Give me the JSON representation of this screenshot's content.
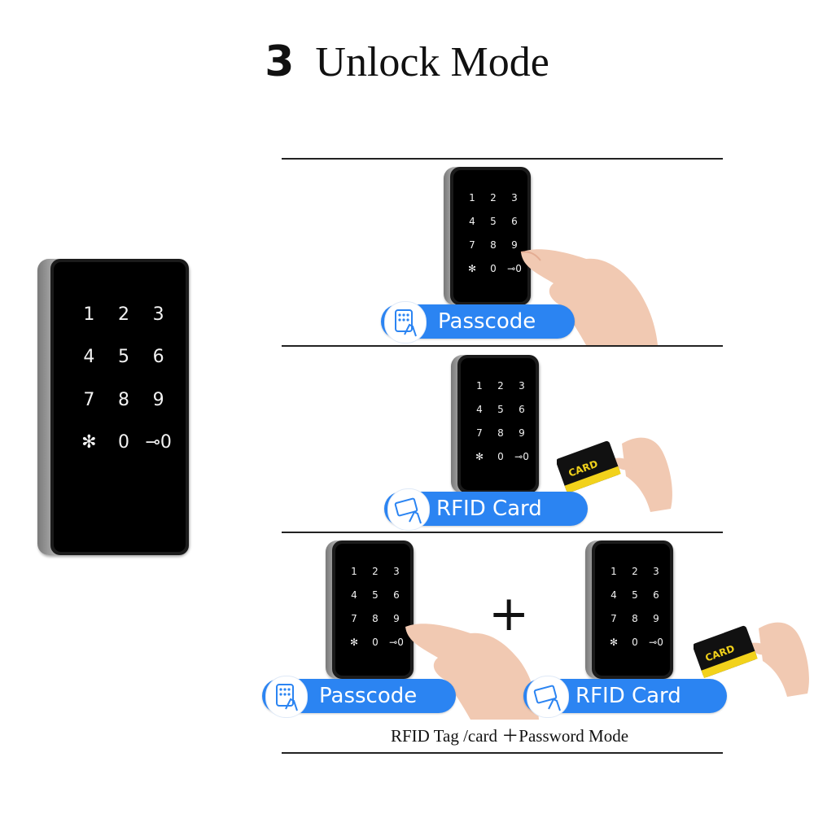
{
  "title": {
    "number": "3",
    "text": "Unlock Mode"
  },
  "keypad_keys": [
    "1",
    "2",
    "3",
    "4",
    "5",
    "6",
    "7",
    "8",
    "9",
    "✻",
    "0",
    "⊸0"
  ],
  "modes": {
    "passcode_label": "Passcode",
    "rfid_label": "RFID Card",
    "combo_passcode_label": "Passcode",
    "combo_rfid_label": "RFID Card",
    "card_text": "CARD",
    "plus": "+"
  },
  "caption": "RFID Tag /card ＋Password Mode",
  "icons": {
    "passcode": "keypad-hand-icon",
    "rfid": "card-hand-icon"
  },
  "colors": {
    "pill_blue": "#2b84f2",
    "card_yellow": "#f2d21b",
    "card_black": "#111111"
  }
}
